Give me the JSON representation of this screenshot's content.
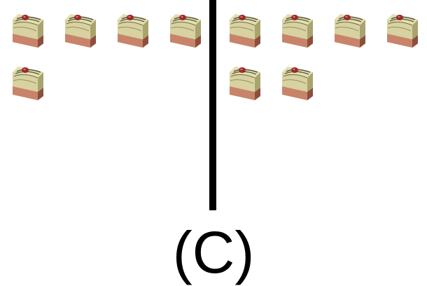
{
  "panels": [
    {
      "name": "left-group",
      "count": 5
    },
    {
      "name": "right-group",
      "count": 6
    }
  ],
  "piece_icon": "cake-slice-icon",
  "colors": {
    "frosting": "#d7d2a0",
    "frosting_shadow": "#a9a46f",
    "swirl": "#5b5a3c",
    "cherry": "#9c2b2b",
    "sponge": "#c8846a",
    "sponge_dark": "#8c4f3e",
    "divider": "#000000"
  },
  "caption": "(C)"
}
